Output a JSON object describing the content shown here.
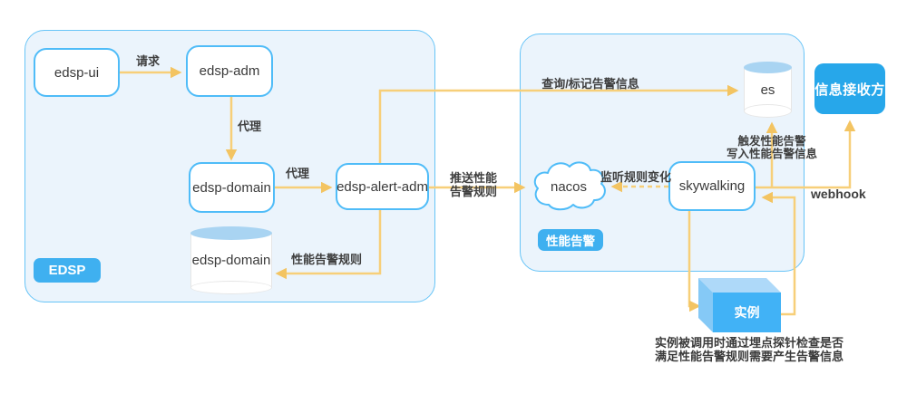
{
  "diagram": {
    "groups": {
      "edsp": {
        "badge": "EDSP"
      },
      "perf": {
        "badge": "性能告警"
      }
    },
    "nodes": {
      "edsp_ui": {
        "label": "edsp-ui",
        "shape": "box"
      },
      "edsp_adm": {
        "label": "edsp-adm",
        "shape": "box"
      },
      "edsp_domain": {
        "label": "edsp-domain",
        "shape": "box"
      },
      "edsp_alert_adm": {
        "label": "edsp-alert-adm",
        "shape": "box"
      },
      "edsp_domain_db": {
        "label": "edsp-domain",
        "shape": "cylinder"
      },
      "es": {
        "label": "es",
        "shape": "cylinder"
      },
      "nacos": {
        "label": "nacos",
        "shape": "cloud"
      },
      "skywalking": {
        "label": "skywalking",
        "shape": "box"
      },
      "receiver": {
        "label": "信息接收方",
        "shape": "solid-box"
      },
      "instance": {
        "label": "实例",
        "shape": "cube"
      }
    },
    "edges": {
      "request": {
        "label": "请求",
        "from": "edsp-ui",
        "to": "edsp-adm"
      },
      "proxy_adm": {
        "label": "代理",
        "from": "edsp-adm",
        "to": "edsp-domain"
      },
      "proxy_domain": {
        "label": "代理",
        "from": "edsp-domain",
        "to": "edsp-alert-adm"
      },
      "perf_rules": {
        "label": "性能告警规则",
        "from": "edsp-alert-adm",
        "to": "edsp-domain-db"
      },
      "query_mark": {
        "label": "查询/标记告警信息",
        "from": "edsp-alert-adm",
        "to": "es"
      },
      "push_rules": {
        "label_line1": "推送性能",
        "label_line2": "告警规则",
        "from": "edsp-alert-adm",
        "to": "nacos"
      },
      "listen_rules": {
        "label": "监听规则变化",
        "from": "skywalking",
        "to": "nacos",
        "style": "dashed"
      },
      "trigger_write": {
        "label_line1": "触发性能告警",
        "label_line2": "写入性能告警信息",
        "from": "skywalking",
        "to": "es"
      },
      "webhook": {
        "label": "webhook",
        "from": "skywalking",
        "to": "信息接收方"
      },
      "probe": {
        "from": "skywalking",
        "to": "实例"
      },
      "probe_back": {
        "from": "实例",
        "to": "skywalking"
      }
    },
    "caption": {
      "line1": "实例被调用时通过埋点探针检查是否",
      "line2": "满足性能告警规则需要产生告警信息"
    },
    "colors": {
      "container_fill": "#ebf4fc",
      "container_border": "#67c4f7",
      "node_border": "#4fbcf8",
      "badge_bg": "#3fb0f0",
      "receiver_bg": "#27a7ea",
      "arrow": "#f7cf79",
      "arrowhead": "#f3c462",
      "cylinder_top": "#a9d4f2",
      "cube_front": "#41b2f6",
      "cube_top": "#aed9f9",
      "cube_side": "#85c9f6",
      "text": "#3a3a3a"
    }
  }
}
